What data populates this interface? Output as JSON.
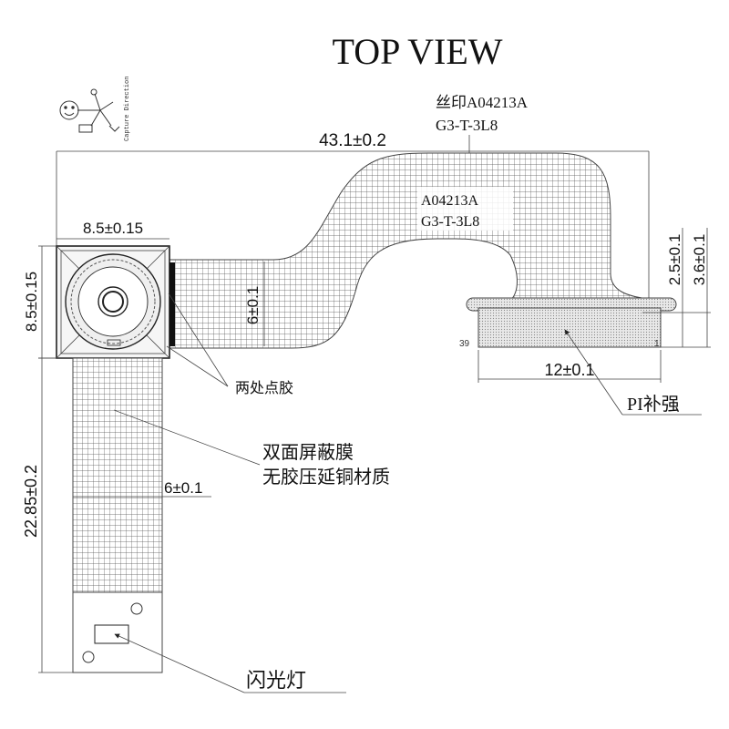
{
  "title": "TOP VIEW",
  "logo_text": "Capture Direction",
  "silkscreen": {
    "callout_line1": "丝印A04213A",
    "callout_line2": "G3-T-3L8",
    "board_line1": "A04213A",
    "board_line2": "G3-T-3L8"
  },
  "dimensions": {
    "overall_length": "43.1±0.2",
    "module_width": "8.5±0.15",
    "module_height": "8.5±0.15",
    "flex_width_upper": "6±0.1",
    "flex_width_lower": "6±0.1",
    "tail_length": "22.85±0.2",
    "stiffener_width": "12±0.1",
    "connector_offset_a": "2.5±0.1",
    "connector_offset_b": "3.6±0.1"
  },
  "pins": {
    "left": "39",
    "right": "1"
  },
  "callouts": {
    "glue_points": "两处点胶",
    "shield_film": "双面屏蔽膜",
    "shield_note": "无胶压延铜材质",
    "pi_stiffener": "PI补强",
    "flash": "闪光灯"
  }
}
